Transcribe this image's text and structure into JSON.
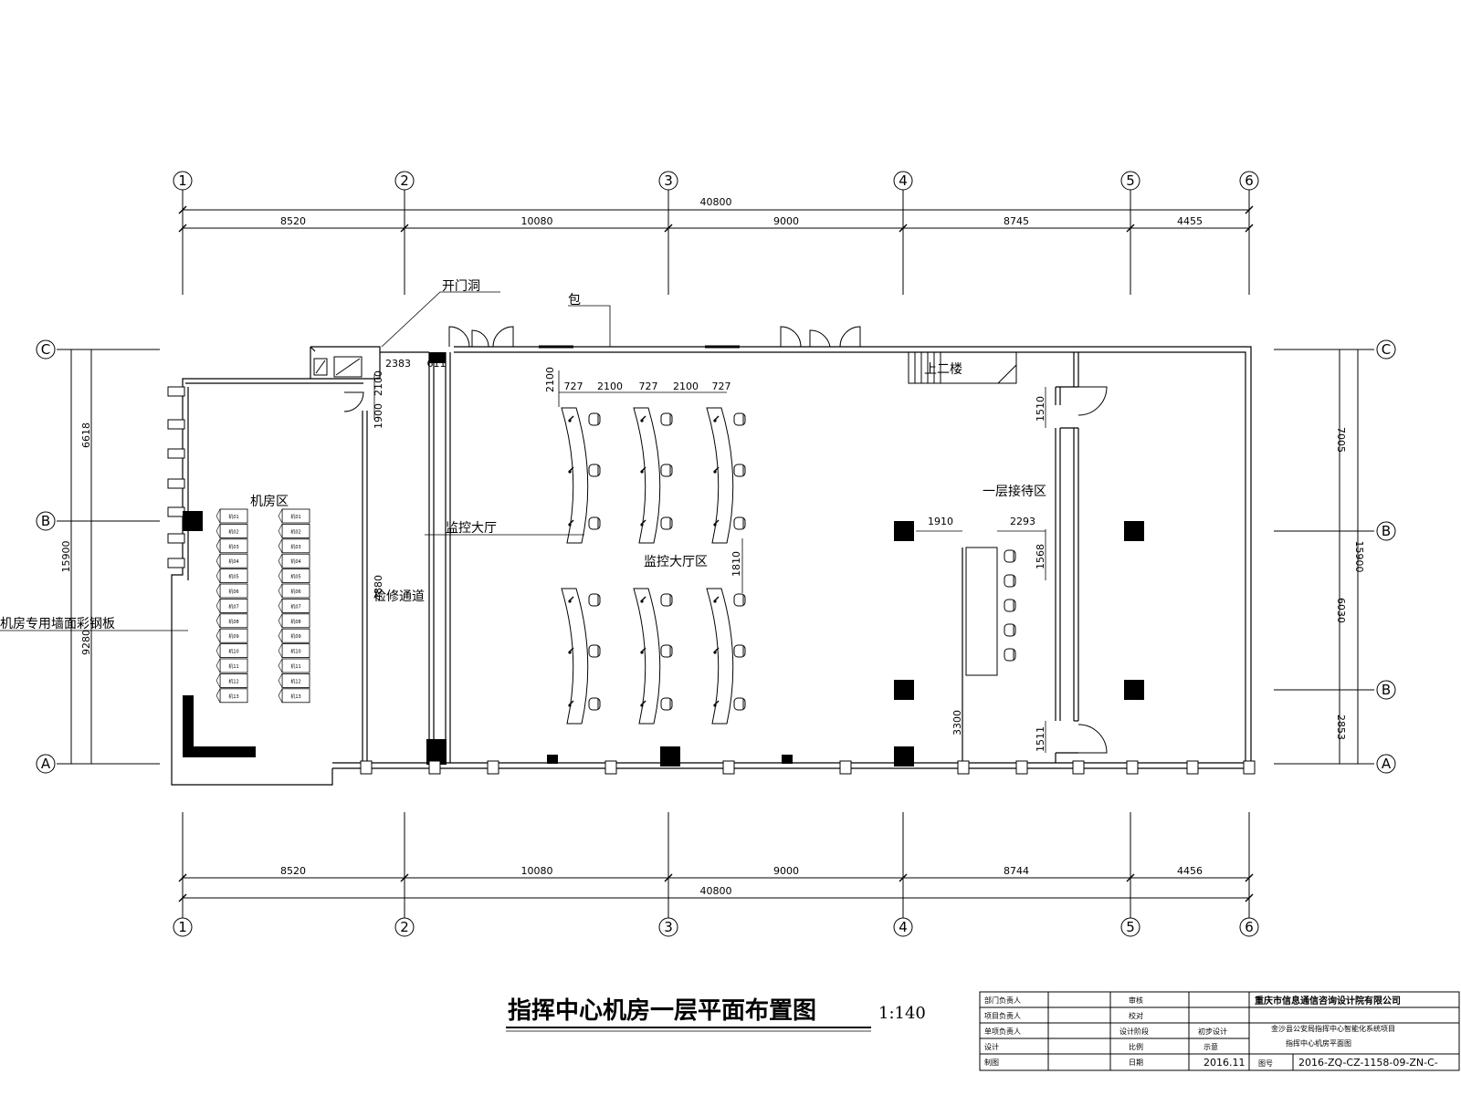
{
  "drawing": {
    "title": "指挥中心机房一层平面布置图",
    "scale": "1:140"
  },
  "grid": {
    "columns": [
      "1",
      "2",
      "3",
      "4",
      "5",
      "6"
    ],
    "rows": [
      "A",
      "B",
      "C"
    ],
    "right_rows": [
      "A",
      "B",
      "B",
      "C"
    ]
  },
  "dimensions": {
    "top_total": "40800",
    "top_segments": [
      "8520",
      "10080",
      "9000",
      "8745",
      "4455"
    ],
    "bottom_total": "40800",
    "bottom_segments": [
      "8520",
      "10080",
      "9000",
      "8744",
      "4456"
    ],
    "left_total": "15900",
    "left_segments": [
      "6618",
      "9280"
    ],
    "right_total": "15900",
    "right_segments": [
      "7005",
      "6030",
      "2853"
    ],
    "desk_spacing": [
      "727",
      "2100",
      "727",
      "2100",
      "727"
    ],
    "misc": [
      "2100",
      "2383",
      "611",
      "1900",
      "2100",
      "1810",
      "4880",
      "1910",
      "2293",
      "1510",
      "1511",
      "3300",
      "1568"
    ]
  },
  "labels": {
    "door_opening": "开门洞",
    "wall_wrap": "包",
    "server_room": "机房区",
    "monitor_hall": "监控大厅",
    "monitor_hall_note": "监控大厅区",
    "maintenance_corridor": "检修通道",
    "reception_area": "一层接待区",
    "stairs_up": "上二楼",
    "wall_panel": "机房专用墙面彩钢板"
  },
  "racks": {
    "left": [
      "机01",
      "机02",
      "机03",
      "机04",
      "机05",
      "机06",
      "机07",
      "机08",
      "机09",
      "机10",
      "机11",
      "机12",
      "机13"
    ],
    "right": [
      "机01",
      "机02",
      "机03",
      "机04",
      "机05",
      "机06",
      "机07",
      "机08",
      "机09",
      "机10",
      "机11",
      "机12",
      "机13"
    ]
  },
  "title_block": {
    "company": "重庆市信息通信咨询设计院有限公司",
    "project_line1": "金沙县公安局指挥中心智能化系统项目",
    "project_line2": "指挥中心机房平面图",
    "date": "2016.11",
    "drawing_no": "2016-ZQ-CZ-1158-09-ZN-C-",
    "roles_left": [
      "部门负责人",
      "项目负责人",
      "单项负责人",
      "设计",
      "制图"
    ],
    "roles_mid": [
      "审核",
      "校对",
      "设计阶段",
      "比例",
      "日期"
    ],
    "stage": "初步设计",
    "scale_label": "示意",
    "drawing_no_label": "图号"
  }
}
